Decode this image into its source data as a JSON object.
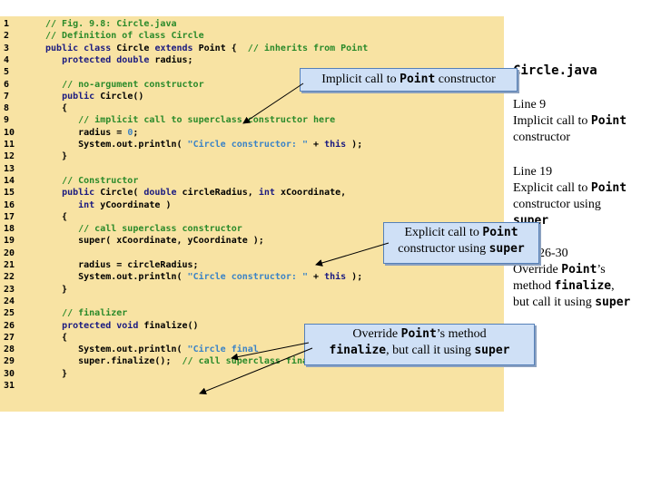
{
  "code_lines": [
    {
      "n": "1",
      "t": [
        {
          "c": "cm",
          "s": "// Fig. 9.8: Circle.java"
        }
      ]
    },
    {
      "n": "2",
      "t": [
        {
          "c": "cm",
          "s": "// Definition of class Circle"
        }
      ]
    },
    {
      "n": "3",
      "t": [
        {
          "c": "kw",
          "s": "public class "
        },
        {
          "c": "",
          "s": "Circle "
        },
        {
          "c": "kw",
          "s": "extends "
        },
        {
          "c": "",
          "s": "Point {  "
        },
        {
          "c": "cm",
          "s": "// inherits from Point"
        }
      ]
    },
    {
      "n": "4",
      "t": [
        {
          "c": "",
          "s": "   "
        },
        {
          "c": "kw",
          "s": "protected double "
        },
        {
          "c": "",
          "s": "radius;"
        }
      ]
    },
    {
      "n": "5",
      "t": []
    },
    {
      "n": "6",
      "t": [
        {
          "c": "",
          "s": "   "
        },
        {
          "c": "cm",
          "s": "// no-argument constructor"
        }
      ]
    },
    {
      "n": "7",
      "t": [
        {
          "c": "",
          "s": "   "
        },
        {
          "c": "kw",
          "s": "public "
        },
        {
          "c": "",
          "s": "Circle()"
        }
      ]
    },
    {
      "n": "8",
      "t": [
        {
          "c": "",
          "s": "   {"
        }
      ]
    },
    {
      "n": "9",
      "t": [
        {
          "c": "",
          "s": "      "
        },
        {
          "c": "cm",
          "s": "// implicit call to superclass constructor here"
        }
      ]
    },
    {
      "n": "10",
      "t": [
        {
          "c": "",
          "s": "      radius = "
        },
        {
          "c": "nu",
          "s": "0"
        },
        {
          "c": "",
          "s": ";"
        }
      ]
    },
    {
      "n": "11",
      "t": [
        {
          "c": "",
          "s": "      System.out.println( "
        },
        {
          "c": "st",
          "s": "\"Circle constructor: \""
        },
        {
          "c": "",
          "s": " + "
        },
        {
          "c": "kw",
          "s": "this"
        },
        {
          "c": "",
          "s": " );"
        }
      ]
    },
    {
      "n": "12",
      "t": [
        {
          "c": "",
          "s": "   }"
        }
      ]
    },
    {
      "n": "13",
      "t": []
    },
    {
      "n": "14",
      "t": [
        {
          "c": "",
          "s": "   "
        },
        {
          "c": "cm",
          "s": "// Constructor"
        }
      ]
    },
    {
      "n": "15",
      "t": [
        {
          "c": "",
          "s": "   "
        },
        {
          "c": "kw",
          "s": "public "
        },
        {
          "c": "",
          "s": "Circle( "
        },
        {
          "c": "kw",
          "s": "double "
        },
        {
          "c": "",
          "s": "circleRadius, "
        },
        {
          "c": "kw",
          "s": "int "
        },
        {
          "c": "",
          "s": "xCoordinate,"
        }
      ]
    },
    {
      "n": "16",
      "t": [
        {
          "c": "",
          "s": "      "
        },
        {
          "c": "kw",
          "s": "int "
        },
        {
          "c": "",
          "s": "yCoordinate )"
        }
      ]
    },
    {
      "n": "17",
      "t": [
        {
          "c": "",
          "s": "   {"
        }
      ]
    },
    {
      "n": "18",
      "t": [
        {
          "c": "",
          "s": "      "
        },
        {
          "c": "cm",
          "s": "// call superclass constructor"
        }
      ]
    },
    {
      "n": "19",
      "t": [
        {
          "c": "",
          "s": "      super( xCoordinate, yCoordinate );"
        }
      ]
    },
    {
      "n": "20",
      "t": []
    },
    {
      "n": "21",
      "t": [
        {
          "c": "",
          "s": "      radius = circleRadius;"
        }
      ]
    },
    {
      "n": "22",
      "t": [
        {
          "c": "",
          "s": "      System.out.println( "
        },
        {
          "c": "st",
          "s": "\"Circle constructor: \""
        },
        {
          "c": "",
          "s": " + "
        },
        {
          "c": "kw",
          "s": "this"
        },
        {
          "c": "",
          "s": " );"
        }
      ]
    },
    {
      "n": "23",
      "t": [
        {
          "c": "",
          "s": "   }"
        }
      ]
    },
    {
      "n": "24",
      "t": []
    },
    {
      "n": "25",
      "t": [
        {
          "c": "",
          "s": "   "
        },
        {
          "c": "cm",
          "s": "// finalizer"
        }
      ]
    },
    {
      "n": "26",
      "t": [
        {
          "c": "",
          "s": "   "
        },
        {
          "c": "kw",
          "s": "protected void "
        },
        {
          "c": "",
          "s": "finalize()"
        }
      ]
    },
    {
      "n": "27",
      "t": [
        {
          "c": "",
          "s": "   {"
        }
      ]
    },
    {
      "n": "28",
      "t": [
        {
          "c": "",
          "s": "      System.out.println( "
        },
        {
          "c": "st",
          "s": "\"Circle final"
        }
      ]
    },
    {
      "n": "29",
      "t": [
        {
          "c": "",
          "s": "      super.finalize();  "
        },
        {
          "c": "cm",
          "s": "// call superclass finalize method"
        }
      ]
    },
    {
      "n": "30",
      "t": [
        {
          "c": "",
          "s": "   }"
        }
      ]
    },
    {
      "n": "31",
      "t": []
    }
  ],
  "side": {
    "title": "Circle.java",
    "line9": {
      "line": "Line 9",
      "pre": "Implicit call to ",
      "code": "Point",
      "post": "constructor"
    },
    "line19": {
      "line": "Line 19",
      "pre": "Explicit call to ",
      "code": "Point",
      "l2": "constructor using",
      "l3": "super"
    },
    "line26": {
      "line": "26-30",
      "pre": "Override ",
      "code": "Point",
      "post": "’s",
      "l2pre": "method ",
      "l2code": "finalize",
      "l2post": ",",
      "l3pre": "but call it using ",
      "l3code": "super"
    }
  },
  "callouts": {
    "c1": {
      "pre": "Implicit call to ",
      "code": "Point",
      "post": " constructor"
    },
    "c2": {
      "l1pre": "Explicit call to ",
      "l1code": "Point",
      "l2pre": "constructor using ",
      "l2code": "super"
    },
    "c3": {
      "l1pre": "Override ",
      "l1code": "Point",
      "l1post": "’s method",
      "l2code": "finalize",
      "l2mid": ", but call it using ",
      "l2code2": "super"
    }
  }
}
